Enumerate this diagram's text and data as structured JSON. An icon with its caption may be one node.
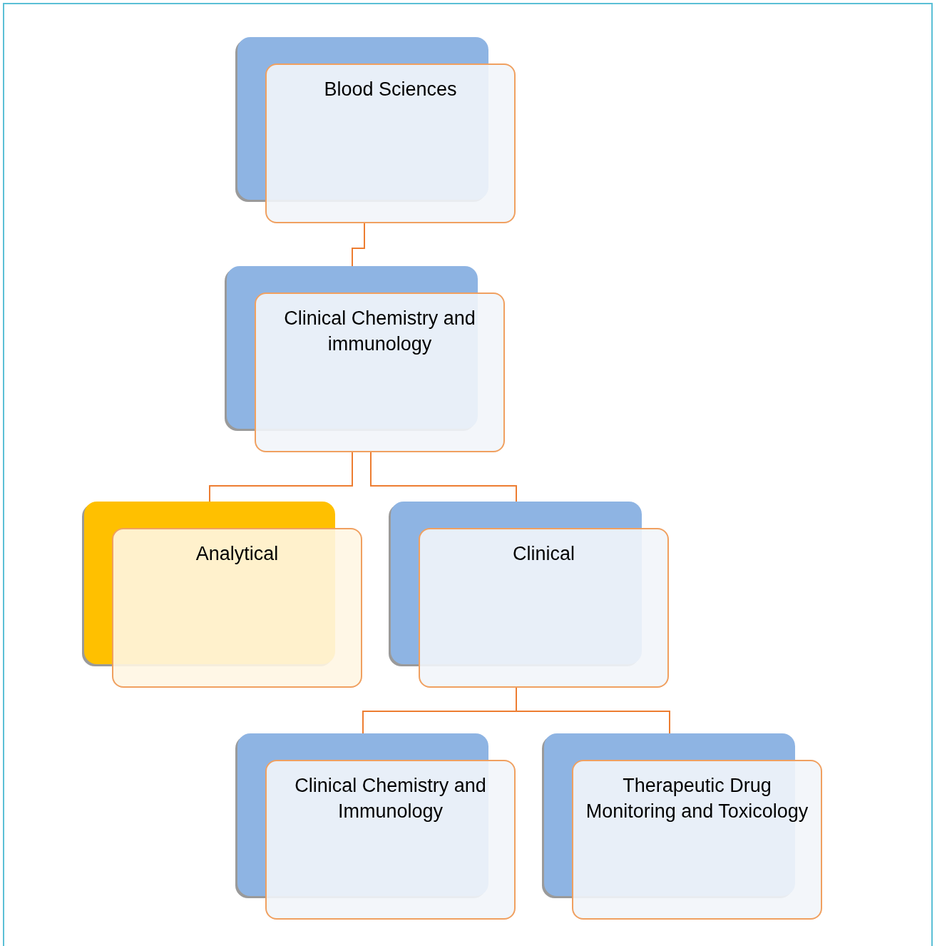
{
  "diagram": {
    "nodes": [
      {
        "text": [
          "Blood Sciences"
        ]
      },
      {
        "text": [
          "Clinical Chemistry and immunology"
        ]
      },
      {
        "text": [
          "Analytical"
        ]
      },
      {
        "text": [
          "Clinical"
        ]
      },
      {
        "text": [
          "Clinical Chemistry and Immunology"
        ]
      },
      {
        "text": [
          "Therapeutic Drug Monitoring and Toxicology"
        ]
      }
    ],
    "edges": [
      {
        "from": 0,
        "to": 1,
        "arrow": "none"
      },
      {
        "from": 1,
        "to": 2,
        "arrow": "none"
      },
      {
        "from": 1,
        "to": 3,
        "arrow": "none"
      },
      {
        "from": 3,
        "to": 4,
        "arrow": "none"
      },
      {
        "from": 3,
        "to": 5,
        "arrow": "none"
      }
    ]
  }
}
